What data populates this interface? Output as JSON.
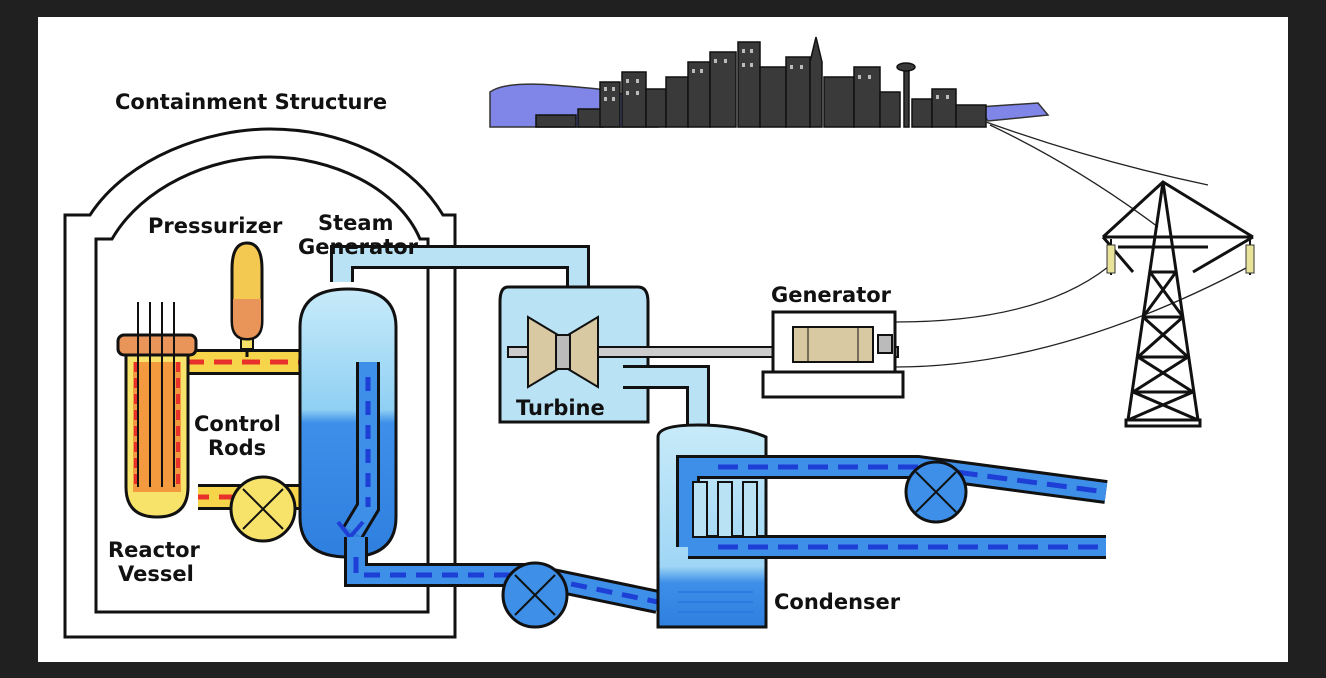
{
  "labels": {
    "containment": "Containment Structure",
    "pressurizer": "Pressurizer",
    "steam_gen_1": "Steam",
    "steam_gen_2": "Generator",
    "control_1": "Control",
    "control_2": "Rods",
    "reactor_1": "Reactor",
    "reactor_2": "Vessel",
    "turbine": "Turbine",
    "generator": "Generator",
    "condenser": "Condenser"
  },
  "colors": {
    "background": "#202020",
    "canvas": "#ffffff",
    "steam": "#b9e3f5",
    "water": "#3d8fe8",
    "water_light": "#8cc8f0",
    "flow_dark": "#1d3fd6",
    "hot_loop": "#f7d54a",
    "hot_dash": "#e8312a",
    "reactor_top": "#e9955a",
    "pressurizer_body": "#f3c952",
    "generator_body": "#d9c9a3",
    "city": "#3a3a3a",
    "hills": "#7f86e8"
  }
}
